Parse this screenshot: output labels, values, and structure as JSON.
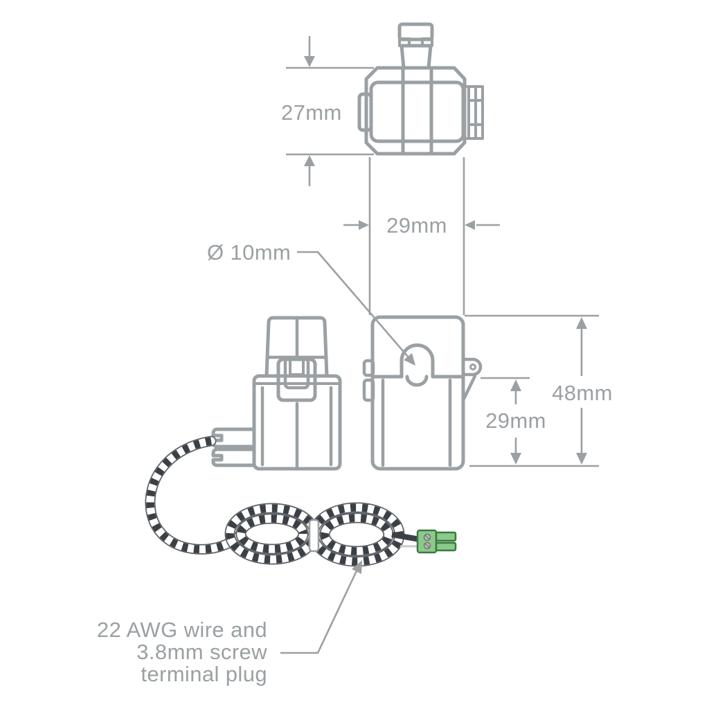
{
  "dimensions": {
    "top_view_height": "27mm",
    "top_view_width": "29mm",
    "hole_diameter": "Ø 10mm",
    "front_total_height": "48mm",
    "front_body_height": "29mm"
  },
  "labels": {
    "wire_note_line1": "22 AWG wire and",
    "wire_note_line2": "3.8mm screw",
    "wire_note_line3": "terminal plug"
  },
  "colors": {
    "line_gray": "#9aa0a3",
    "text_gray": "#9aa0a3",
    "wire_dark": "#3b4046",
    "wire_light": "#ffffff",
    "plug_green": "#8bc98c",
    "plug_green_border": "#3a7a3e",
    "screw_gray": "#b9c0ba",
    "background": "#ffffff"
  }
}
